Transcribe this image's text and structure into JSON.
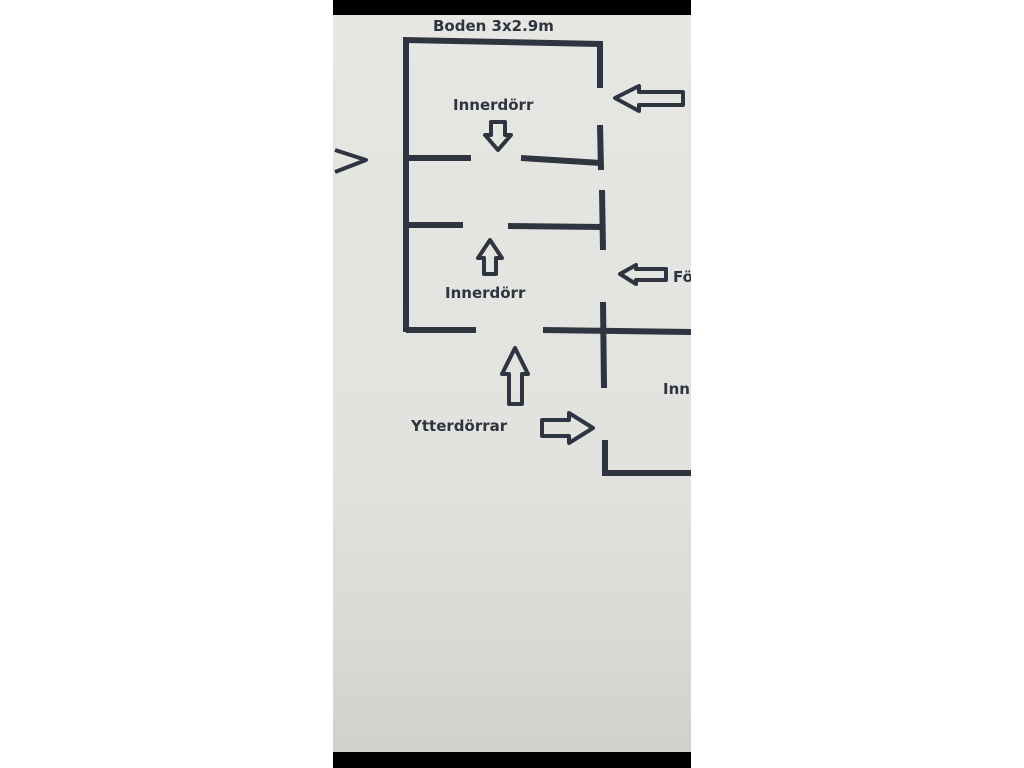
{
  "photo": {
    "heading_partial": "Boden 3x2.9m",
    "labels": {
      "inner_door_top": "Innerdörr",
      "inner_door_middle": "Innerdörr",
      "outer_doors": "Ytterdörrar",
      "right_edge_partial_1": "Fö",
      "right_edge_partial_2": "Inn"
    },
    "colors": {
      "ink": "#2e3440",
      "paper": "#e4e4e0"
    }
  }
}
